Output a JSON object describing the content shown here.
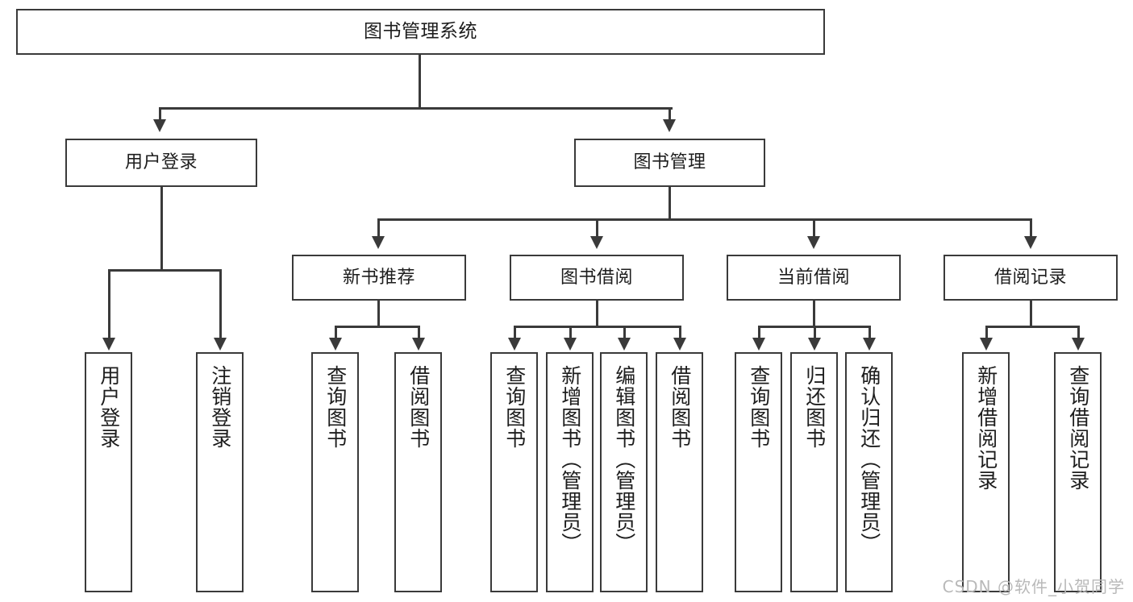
{
  "diagram": {
    "title": "图书管理系统",
    "type": "tree-hierarchy",
    "root": {
      "label": "图书管理系统"
    },
    "level2": [
      {
        "label": "用户登录"
      },
      {
        "label": "图书管理"
      }
    ],
    "level3": [
      {
        "label": "新书推荐"
      },
      {
        "label": "图书借阅"
      },
      {
        "label": "当前借阅"
      },
      {
        "label": "借阅记录"
      }
    ],
    "leaves": {
      "user_login": [
        {
          "label": "用户登录"
        },
        {
          "label": "注销登录"
        }
      ],
      "new_book_recommend": [
        {
          "label": "查询图书"
        },
        {
          "label": "借阅图书"
        }
      ],
      "book_borrow": [
        {
          "label": "查询图书"
        },
        {
          "label": "新增图书（管理员）"
        },
        {
          "label": "编辑图书（管理员）"
        },
        {
          "label": "借阅图书"
        }
      ],
      "current_borrow": [
        {
          "label": "查询图书"
        },
        {
          "label": "归还图书"
        },
        {
          "label": "确认归还（管理员）"
        }
      ],
      "borrow_record": [
        {
          "label": "新增借阅记录"
        },
        {
          "label": "查询借阅记录"
        }
      ]
    }
  },
  "watermark": {
    "text": "CSDN @软件_小贺同学"
  },
  "colors": {
    "stroke": "#3a3a3a",
    "fill": "#ffffff",
    "text": "#1d1d1d",
    "watermark": "#b9b9b9"
  }
}
